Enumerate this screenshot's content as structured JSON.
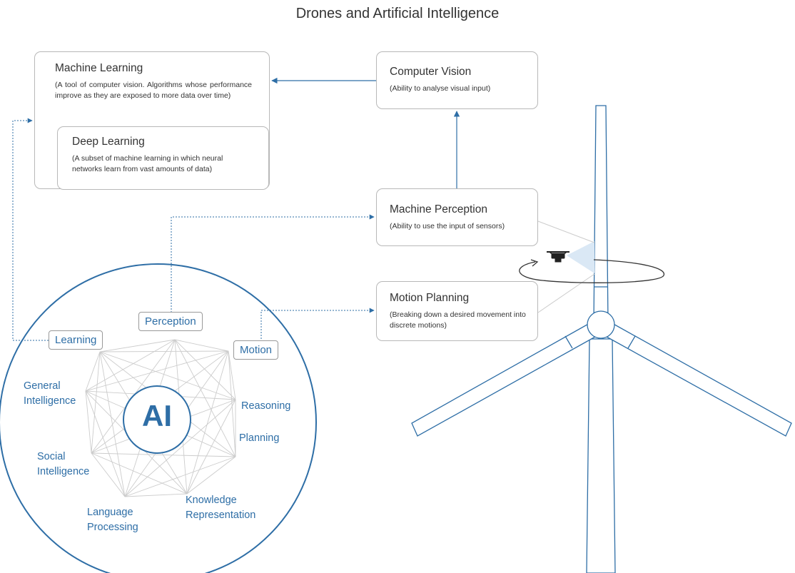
{
  "title": "Drones and Artificial Intelligence",
  "boxes": {
    "machine_learning": {
      "title": "Machine Learning",
      "desc": "(A tool of computer vision. Algorithms whose performance improve as they are exposed to more data over time)"
    },
    "deep_learning": {
      "title": "Deep Learning",
      "desc": "(A subset of machine learning in which neural networks learn from vast amounts of data)"
    },
    "computer_vision": {
      "title": "Computer Vision",
      "desc": "(Ability to analyse visual input)"
    },
    "machine_perception": {
      "title": "Machine Perception",
      "desc": "(Ability to use the input of sensors)"
    },
    "motion_planning": {
      "title": "Motion Planning",
      "desc": "(Breaking down a desired movement into discrete motions)"
    }
  },
  "ai_circle": {
    "center_label": "AI",
    "tags": {
      "learning": "Learning",
      "perception": "Perception",
      "motion": "Motion"
    },
    "categories": {
      "general_1": "General",
      "general_2": "Intelligence",
      "reasoning": "Reasoning",
      "planning": "Planning",
      "social_1": "Social",
      "social_2": "Intelligence",
      "knowledge_1": "Knowledge",
      "knowledge_2": "Representation",
      "language_1": "Language",
      "language_2": "Processing"
    }
  },
  "colors": {
    "accent": "#2e6ea6",
    "border": "#b8b8b8",
    "text": "#333333",
    "network": "#c8c8c8"
  }
}
